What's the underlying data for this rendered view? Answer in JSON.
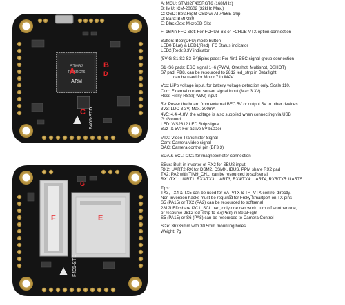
{
  "board_top": {
    "chip_text": [
      "STM32",
      "F405RGT6",
      "ARM"
    ],
    "label_a": "A",
    "label_b": "B",
    "label_c": "C",
    "label_d": "D",
    "side_text": "F405-STD"
  },
  "board_bottom": {
    "label_e": "E",
    "label_f": "F",
    "label_g": "G",
    "side_text": "F405-STD"
  },
  "spec_lines": [
    {
      "text": "A: MCU: STM32F405RGT6 (168MHz)"
    },
    {
      "text": "B: IMU: ICM-20602 (32kHz Max.)"
    },
    {
      "text": "C: OSD: BetaFlight OSD w/ AT7456E chip"
    },
    {
      "text": "D: Baro: BMP280"
    },
    {
      "text": "E: BlackBox: MicroSD Slot"
    },
    {
      "gap": true
    },
    {
      "text": "F: 16Pin FFC Slot: For FCHUB-6S or FCHUB-VTX option connection"
    },
    {
      "gap": true
    },
    {
      "text": "Button: Boot(DFU) mode button"
    },
    {
      "text": "LED0(Blue) & LED1(Red): FC Status indicator"
    },
    {
      "text": "LED2(Red):3.3V indicator"
    },
    {
      "gap": true
    },
    {
      "text": "(5V G S1 S2 S3 S4)6pins pads: For 4in1 ESC signal group connection"
    },
    {
      "gap": true
    },
    {
      "text": "S1~S6 pads: ESC signal 1~6 (PWM, Oneshot, Multishot, DSHOT)"
    },
    {
      "text": "S7 pad: PB8, can be resourced to 2812 led_strip in Betaflight"
    },
    {
      "text": "can be used for Motor 7 in iNAV",
      "indent": true
    },
    {
      "gap": true
    },
    {
      "text": "Vcc: LiPo voltage input,  for battery voltage detection only. Scale 110."
    },
    {
      "text": "Curr: External current sensor signal input (Max.3.3V)"
    },
    {
      "text": "Rssi: Frsky RSSI(PWM) input"
    },
    {
      "gap": true
    },
    {
      "text": "5V: Power the board from external BEC 5V or output 5V to other devices."
    },
    {
      "text": "3V3: LDO 3.3V, Max. 300mA"
    },
    {
      "text": "4V5: 4.4~4.8V, the voltage is also supplied when connecting via USB"
    },
    {
      "text": "G: Ground"
    },
    {
      "text": "LED: WS2812 LED Strip signal"
    },
    {
      "text": "Buz- & 5V: For active 5V buzzer"
    },
    {
      "gap": true
    },
    {
      "text": "VTX: Video Transmitter Signal"
    },
    {
      "text": "Cam: Camera video signal"
    },
    {
      "text": "DAC: Camera control pin (BF3.3)"
    },
    {
      "gap": true
    },
    {
      "text": "SDA & SCL: I2C1 for magnetometer connection"
    },
    {
      "gap": true
    },
    {
      "text": "SBus: Built in inverter of RX2 for SBUS input"
    },
    {
      "text": "RX2: UART2-RX for DSM2, DSMX, IBUS,  PPM share RX2 pad"
    },
    {
      "text": "TX2: PA2 with TIM9_CH1, can be resourced to softserial"
    },
    {
      "text": "RX1/TX1: UART1,  RX3/TX3: UART3,  RX4/TX4: UART4,  RX5/TX5: UART5"
    },
    {
      "gap": true
    },
    {
      "text": "Tips:"
    },
    {
      "text": "TX3, TX4 & TX5 can be used for SA_VTX & TR_VTX control directly."
    },
    {
      "text": "Non-inversion hacks must be required for Frsky Smartport on TX pins"
    },
    {
      "text": "S5 (PA15) or TX2 (PA2) can be resourced to softserial"
    },
    {
      "text": "2812LED share I2C1_SCL pad,  only one can work, turn off another one,"
    },
    {
      "text": "or resource 2812 led_strip to S7(PB8) in BetaFlight"
    },
    {
      "text": "S5 (PA15) or S6 (PA8) can be resourced to Camera Control"
    },
    {
      "gap": true
    },
    {
      "text": "Size: 36x36mm with 30.5mm mounting holes"
    },
    {
      "text": "Weight: 7g"
    }
  ],
  "colors": {
    "pcb": "#141414",
    "gold": "#c9a24a",
    "label_red": "#e8252a",
    "chip": "#2a2a2a"
  }
}
